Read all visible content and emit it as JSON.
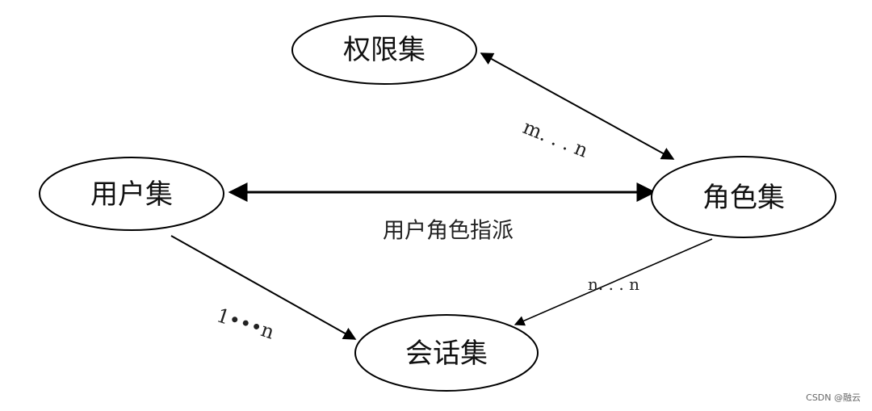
{
  "nodes": {
    "permission_set": "权限集",
    "user_set": "用户集",
    "role_set": "角色集",
    "session_set": "会话集"
  },
  "edges": {
    "role_permission": "m. . . n",
    "user_role": "用户角色指派",
    "role_session": "n. . . n",
    "user_session": "1•••n"
  },
  "watermark": "CSDN @融云"
}
